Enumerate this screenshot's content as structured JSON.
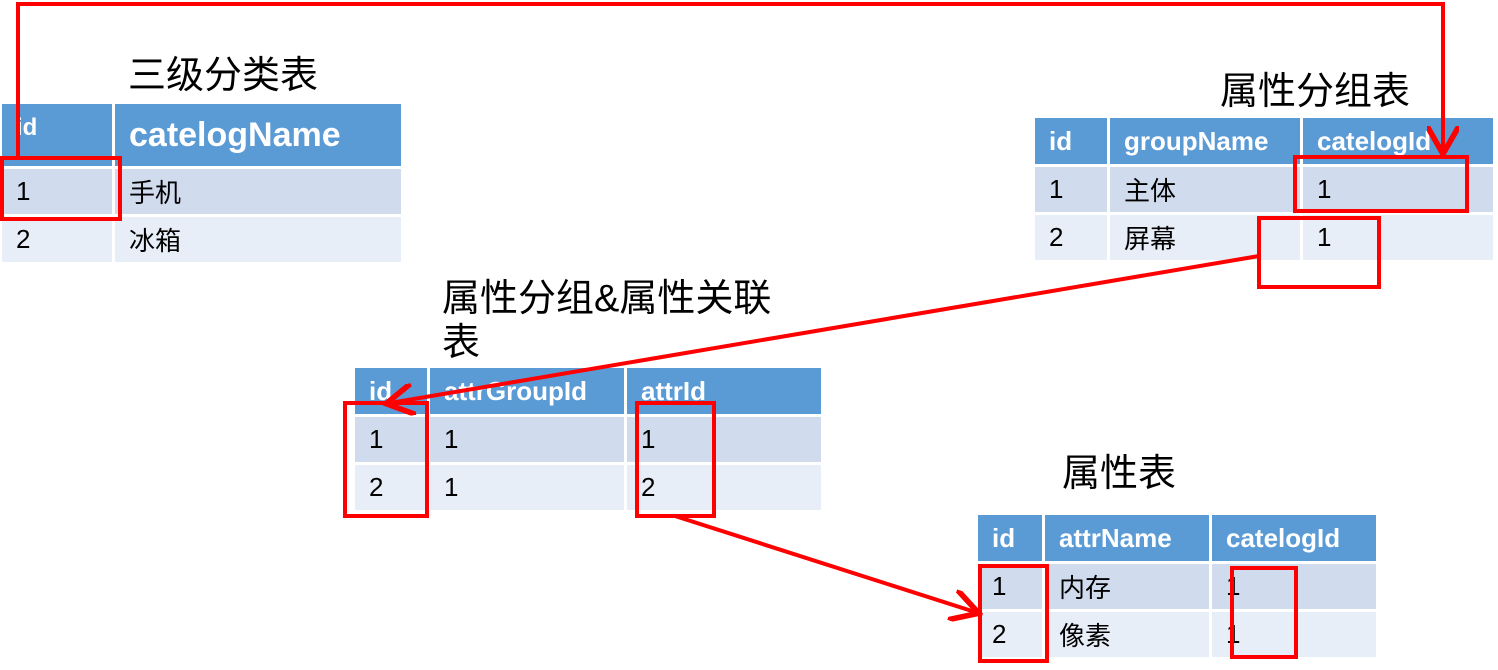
{
  "tables": {
    "catalog": {
      "title": "三级分类表",
      "headers": [
        "id",
        "catelogName"
      ],
      "rows": [
        [
          "1",
          "手机"
        ],
        [
          "2",
          "冰箱"
        ]
      ]
    },
    "attr_group": {
      "title": "属性分组表",
      "headers": [
        "id",
        "groupName",
        "catelogId"
      ],
      "rows": [
        [
          "1",
          "主体",
          "1"
        ],
        [
          "2",
          "屏幕",
          "1"
        ]
      ]
    },
    "relation": {
      "title_line1": "属性分组&属性关联",
      "title_line2": "表",
      "headers": [
        "id",
        "attrGroupId",
        "attrId"
      ],
      "rows": [
        [
          "1",
          "1",
          "1"
        ],
        [
          "2",
          "1",
          "2"
        ]
      ]
    },
    "attr": {
      "title": "属性表",
      "headers": [
        "id",
        "attrName",
        "catelogId"
      ],
      "rows": [
        [
          "1",
          "内存",
          "1"
        ],
        [
          "2",
          "像素",
          "1"
        ]
      ]
    }
  },
  "colors": {
    "header_bg": "#5b9bd5",
    "row_odd_bg": "#d0dcee",
    "row_even_bg": "#e8eef8",
    "highlight": "#ff0000"
  }
}
